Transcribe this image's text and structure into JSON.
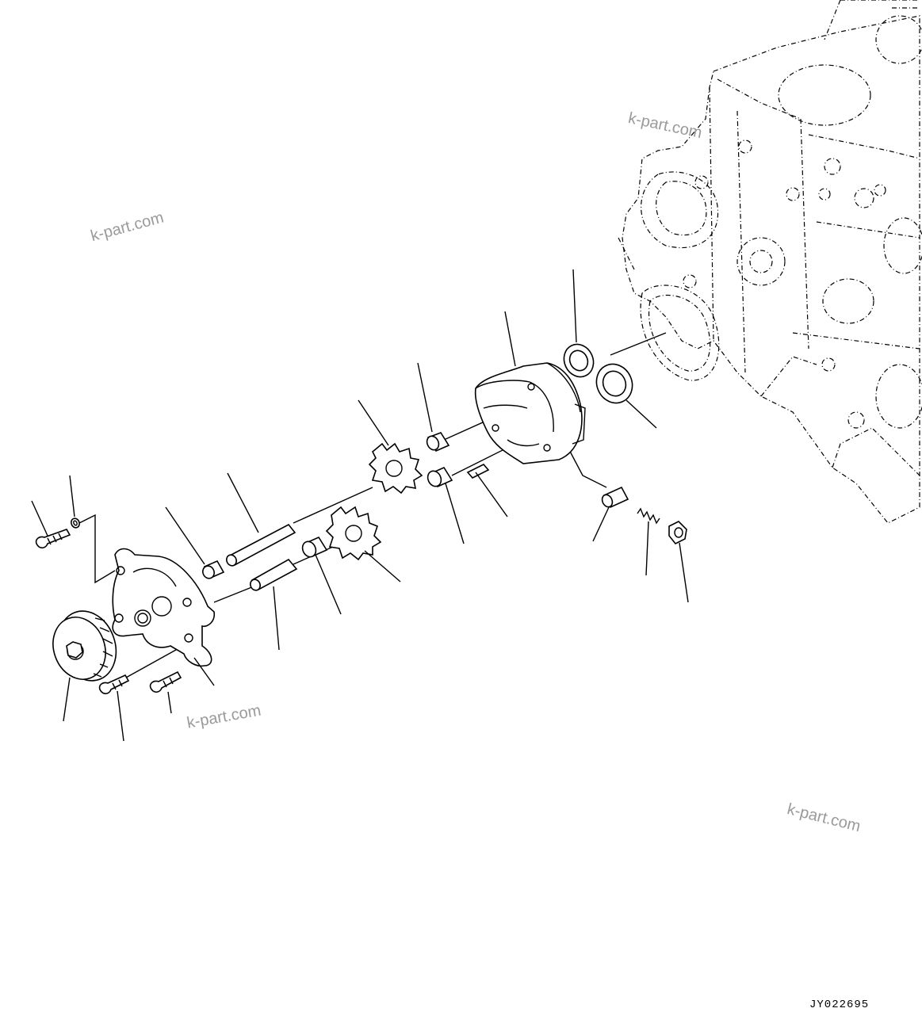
{
  "diagram": {
    "drawing_id": "JY022695",
    "watermarks": [
      "k-part.com",
      "k-part.com",
      "k-part.com",
      "k-part.com"
    ]
  }
}
